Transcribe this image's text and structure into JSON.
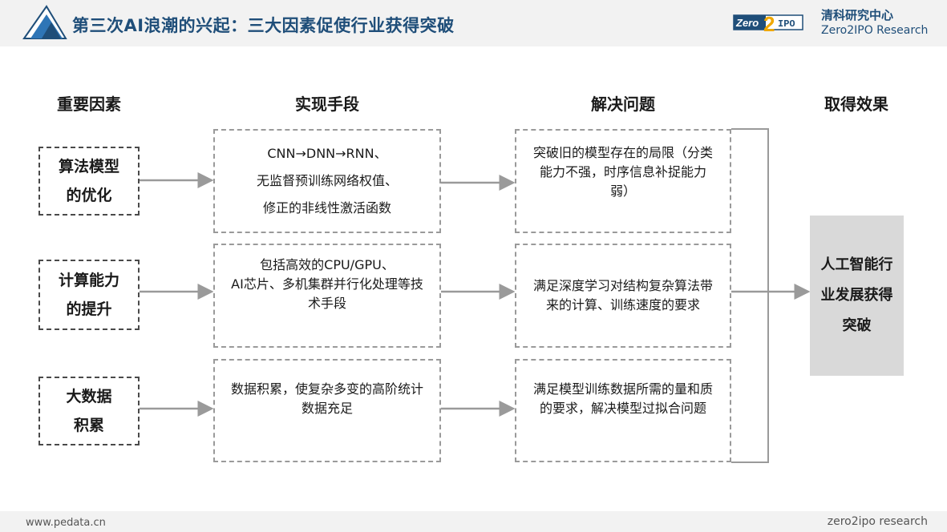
{
  "header": {
    "title": "第三次AI浪潮的兴起：三大因素促使行业获得突破",
    "brand_logo_text": "Zero2IPO",
    "brand_name_cn": "清科研究中心",
    "brand_name_en": "Zero2IPO Research"
  },
  "columns": {
    "factors": "重要因素",
    "means": "实现手段",
    "problems": "解决问题",
    "effect": "取得效果"
  },
  "rows": [
    {
      "factor": [
        "算法模型",
        "的优化"
      ],
      "means": [
        "CNN→DNN→RNN、",
        "无监督预训练网络权值、",
        "修正的非线性激活函数"
      ],
      "problem": [
        "突破旧的模型存在的局限（分类",
        "能力不强，时序信息补捉能力",
        "弱）"
      ]
    },
    {
      "factor": [
        "计算能力",
        "的提升"
      ],
      "means": [
        "包括高效的CPU/GPU、",
        "AI芯片、多机集群并行化处理等技",
        "术手段"
      ],
      "problem": [
        "满足深度学习对结构复杂算法带",
        "来的计算、训练速度的要求"
      ]
    },
    {
      "factor": [
        "大数据",
        "积累"
      ],
      "means": [
        "数据积累，使复杂多变的高阶统计",
        "数据充足"
      ],
      "problem": [
        "满足模型训练数据所需的量和质",
        "的要求，解决模型过拟合问题"
      ]
    }
  ],
  "result": [
    "人工智能行",
    "业发展获得",
    "突破"
  ],
  "footer": {
    "left": "www.pedata.cn",
    "right": "zero2ipo research"
  },
  "colors": {
    "title": "#1f4e79",
    "arrow": "#9a9a9a",
    "result_bg": "#d9d9d9"
  }
}
